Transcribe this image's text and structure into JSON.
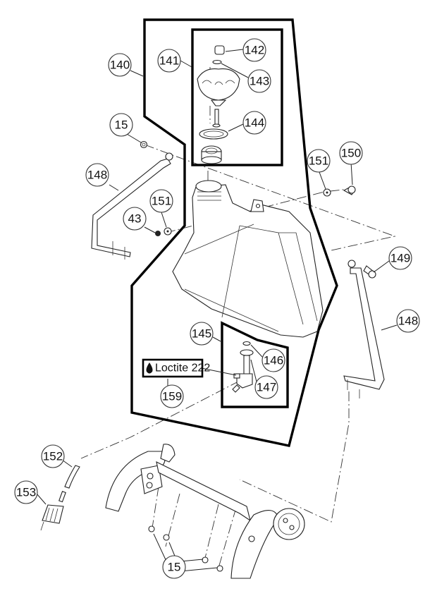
{
  "diagram": {
    "type": "exploded-parts-diagram",
    "callouts": [
      {
        "id": "140",
        "label": "140"
      },
      {
        "id": "141",
        "label": "141"
      },
      {
        "id": "142",
        "label": "142"
      },
      {
        "id": "143",
        "label": "143"
      },
      {
        "id": "144",
        "label": "144"
      },
      {
        "id": "15a",
        "label": "15"
      },
      {
        "id": "148a",
        "label": "148"
      },
      {
        "id": "151a",
        "label": "151"
      },
      {
        "id": "43",
        "label": "43"
      },
      {
        "id": "151b",
        "label": "151"
      },
      {
        "id": "150",
        "label": "150"
      },
      {
        "id": "149",
        "label": "149"
      },
      {
        "id": "148b",
        "label": "148"
      },
      {
        "id": "145",
        "label": "145"
      },
      {
        "id": "146",
        "label": "146"
      },
      {
        "id": "147",
        "label": "147"
      },
      {
        "id": "159",
        "label": "159"
      },
      {
        "id": "152",
        "label": "152"
      },
      {
        "id": "153",
        "label": "153"
      },
      {
        "id": "15b",
        "label": "15"
      }
    ],
    "note": {
      "icon": "drop-icon",
      "text": "Loctite 222"
    },
    "groups": [
      {
        "id": "fuel-tank-assembly",
        "callout": "140"
      },
      {
        "id": "fuel-cap-assembly",
        "callout": "141"
      },
      {
        "id": "fuel-valve-assembly",
        "callout": "145"
      }
    ]
  }
}
